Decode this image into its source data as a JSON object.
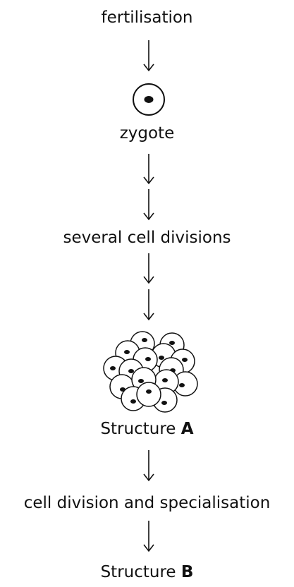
{
  "labels": {
    "fertilisation": "fertilisation",
    "zygote": "zygote",
    "several_divisions": "several cell divisions",
    "structure_a_prefix": "Structure",
    "structure_a_letter": "A",
    "division_specialisation": "cell division and specialisation",
    "structure_b_prefix": "Structure",
    "structure_b_letter": "B"
  },
  "colors": {
    "stroke": "#111111",
    "nucleus": "#111111",
    "background": "#ffffff"
  }
}
